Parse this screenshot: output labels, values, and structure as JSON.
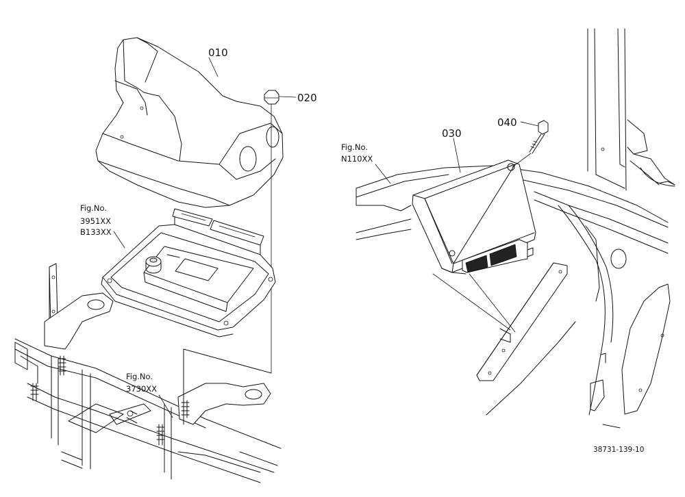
{
  "parts": {
    "p010": "010",
    "p020": "020",
    "p030": "030",
    "p040": "040"
  },
  "fig_refs": {
    "left_upper": {
      "label": "Fig.No.",
      "line1": "3951XX",
      "line2": "B133XX"
    },
    "left_lower": {
      "label": "Fig.No.",
      "line1": "3730XX"
    },
    "right": {
      "label": "Fig.No.",
      "line1": "N110XX"
    }
  },
  "drawing_code": "38731-139-10"
}
